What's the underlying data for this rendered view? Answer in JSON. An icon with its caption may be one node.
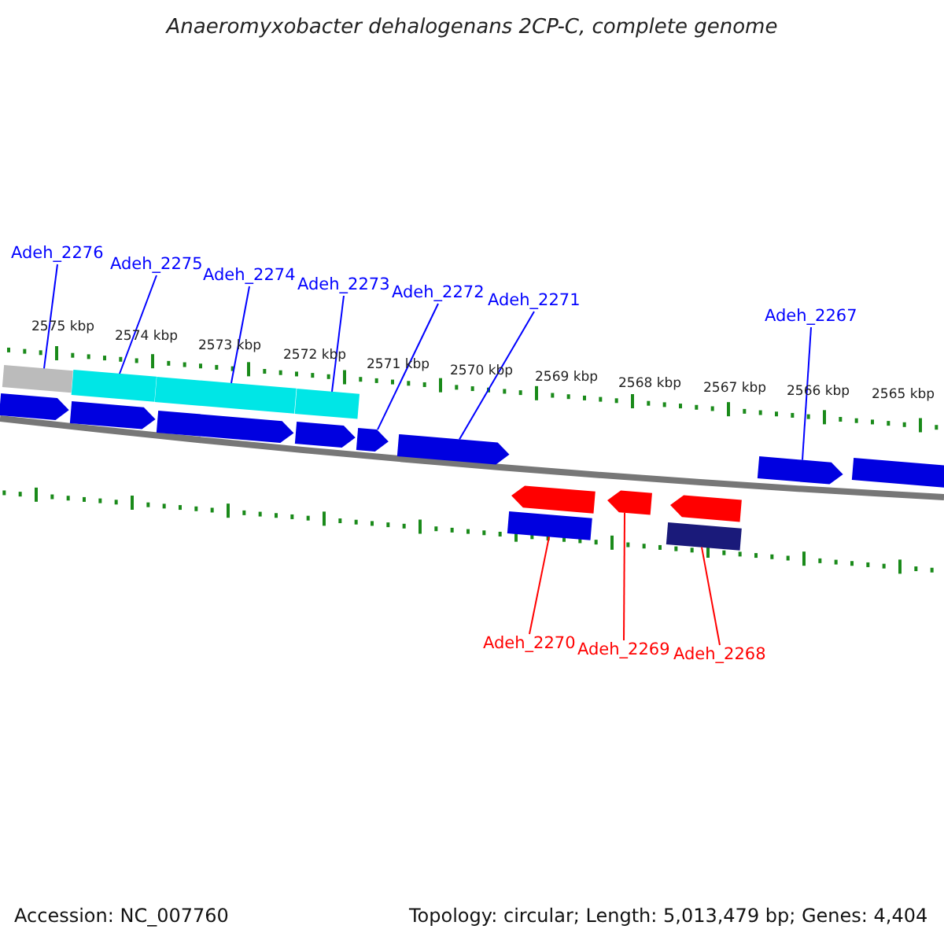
{
  "diagram": {
    "title": "Anaeromyxobacter dehalogenans 2CP-C, complete genome",
    "nodes": [
      {
        "text": [
          "Adeh_2276"
        ]
      },
      {
        "text": [
          "Adeh_2275"
        ]
      },
      {
        "text": [
          "Adeh_2274"
        ]
      },
      {
        "text": [
          "Adeh_2273"
        ]
      },
      {
        "text": [
          "Adeh_2272"
        ]
      },
      {
        "text": [
          "Adeh_2271"
        ]
      },
      {
        "text": [
          "Adeh_2267"
        ]
      },
      {
        "text": [
          "Adeh_2270"
        ]
      },
      {
        "text": [
          "Adeh_2269"
        ]
      },
      {
        "text": [
          "Adeh_2268"
        ]
      },
      {
        "text": [],
        "shape": "bar"
      },
      {
        "text": [],
        "shape": "bar"
      },
      {
        "text": [],
        "shape": "bar"
      },
      {
        "text": [],
        "shape": "bar"
      },
      {
        "text": [],
        "shape": "pentagon"
      },
      {
        "text": [],
        "shape": "pentagon"
      },
      {
        "text": [],
        "shape": "pentagon"
      },
      {
        "text": [],
        "shape": "pentagon"
      },
      {
        "text": [],
        "shape": "pentagon"
      },
      {
        "text": [],
        "shape": "pentagon"
      },
      {
        "text": [],
        "shape": "pentagon"
      },
      {
        "text": [],
        "shape": "bar"
      },
      {
        "text": [],
        "shape": "pentagon"
      },
      {
        "text": [],
        "shape": "pentagon"
      },
      {
        "text": [],
        "shape": "pentagon"
      },
      {
        "text": [],
        "shape": "bar"
      },
      {
        "text": [],
        "shape": "bar"
      }
    ],
    "edges": [
      {
        "from": 0,
        "to": 10,
        "arrow": "none"
      },
      {
        "from": 1,
        "to": 11,
        "arrow": "none"
      },
      {
        "from": 2,
        "to": 12,
        "arrow": "none"
      },
      {
        "from": 3,
        "to": 13,
        "arrow": "none"
      },
      {
        "from": 4,
        "to": 18,
        "arrow": "none"
      },
      {
        "from": 5,
        "to": 19,
        "arrow": "none"
      },
      {
        "from": 6,
        "to": 20,
        "arrow": "none"
      },
      {
        "from": 7,
        "to": 25,
        "arrow": "none",
        "color": "#ff0000"
      },
      {
        "from": 8,
        "to": 23,
        "arrow": "none",
        "color": "#ff0000"
      },
      {
        "from": 9,
        "to": 26,
        "arrow": "none",
        "color": "#ff0000"
      }
    ],
    "labels": [
      "2575 kbp",
      "2574 kbp",
      "2573 kbp",
      "2572 kbp",
      "2571 kbp",
      "2570 kbp",
      "2569 kbp",
      "2568 kbp",
      "2567 kbp",
      "2566 kbp",
      "2565 kbp",
      "Accession: NC_007760",
      "Topology: circular; Length: 5,013,479 bp; Genes: 4,404"
    ]
  }
}
